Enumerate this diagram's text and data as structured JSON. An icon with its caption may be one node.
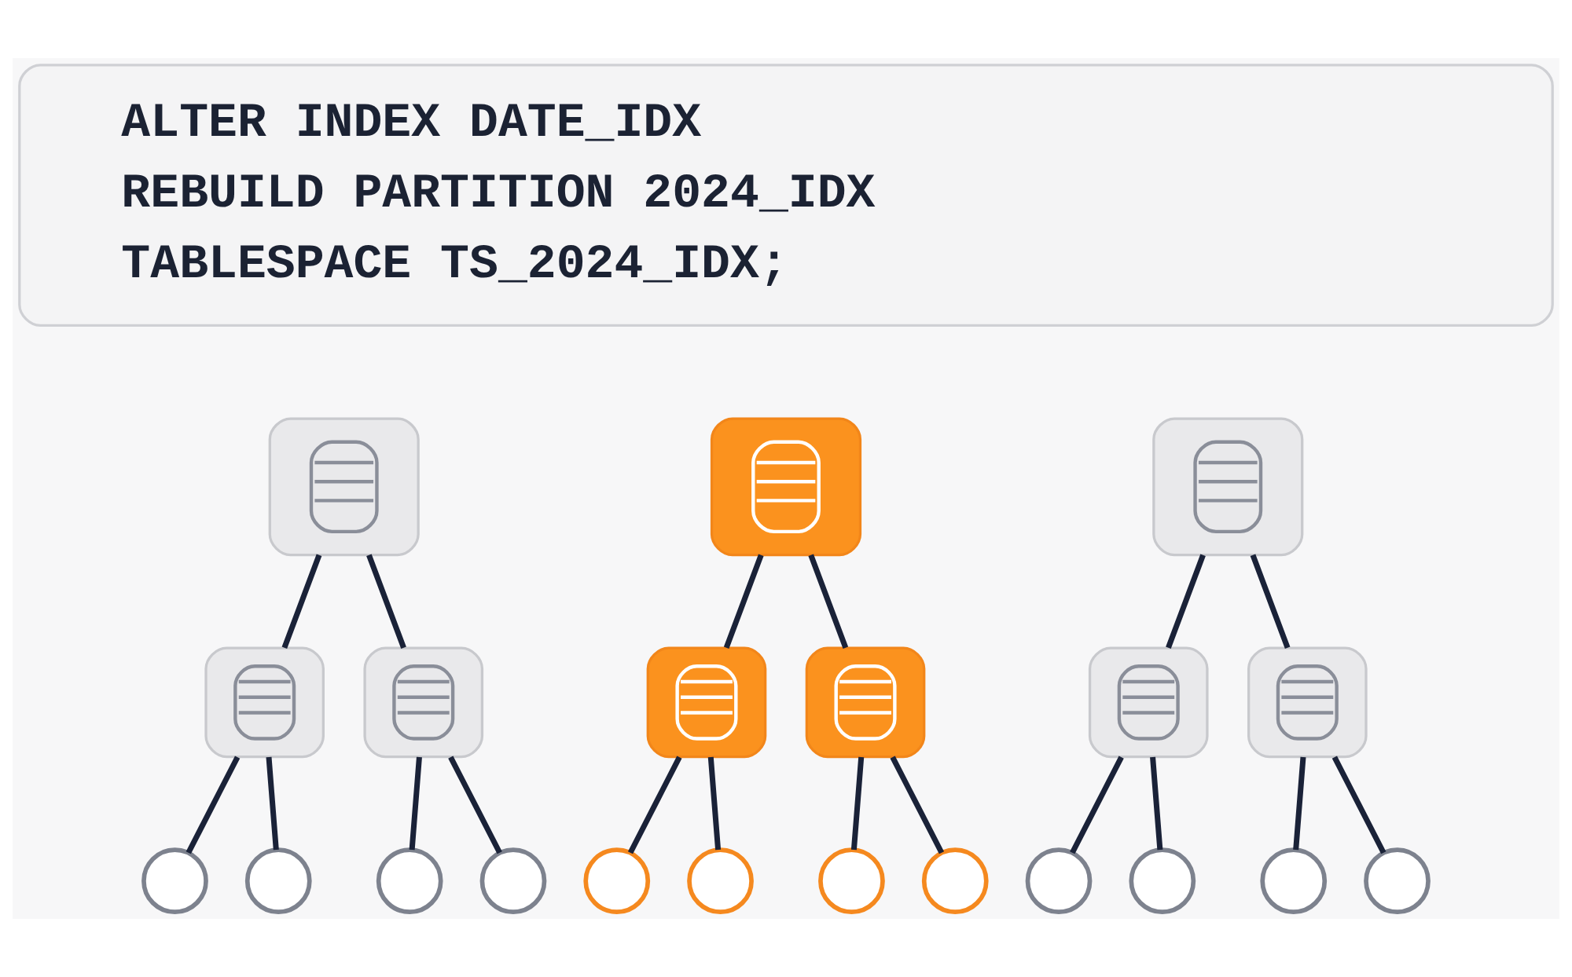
{
  "diagram": {
    "nodes": [
      {
        "text": [
          "ALTER INDEX DATE_IDX",
          "REBUILD PARTITION 2024_IDX",
          "TABLESPACE TS_2024_IDX;"
        ]
      },
      {
        "text": [],
        "shape": "box"
      },
      {
        "text": [],
        "shape": "box"
      },
      {
        "text": [],
        "shape": "box"
      },
      {
        "text": [],
        "shape": "box"
      },
      {
        "text": [],
        "shape": "box"
      },
      {
        "text": [],
        "shape": "box"
      },
      {
        "text": [],
        "shape": "box"
      },
      {
        "text": [],
        "shape": "box"
      },
      {
        "text": [],
        "shape": "box"
      },
      {
        "text": [],
        "shape": "circle"
      },
      {
        "text": [],
        "shape": "circle"
      },
      {
        "text": [],
        "shape": "circle"
      },
      {
        "text": [],
        "shape": "circle"
      },
      {
        "text": [],
        "shape": "circle"
      },
      {
        "text": [],
        "shape": "circle"
      },
      {
        "text": [],
        "shape": "circle"
      },
      {
        "text": [],
        "shape": "circle"
      },
      {
        "text": [],
        "shape": "circle"
      },
      {
        "text": [],
        "shape": "circle"
      },
      {
        "text": [],
        "shape": "circle"
      },
      {
        "text": [],
        "shape": "circle"
      }
    ],
    "edges": [
      {
        "from": 1,
        "to": 4,
        "arrow": "none"
      },
      {
        "from": 1,
        "to": 5,
        "arrow": "none"
      },
      {
        "from": 2,
        "to": 6,
        "arrow": "none"
      },
      {
        "from": 2,
        "to": 7,
        "arrow": "none"
      },
      {
        "from": 3,
        "to": 8,
        "arrow": "none"
      },
      {
        "from": 3,
        "to": 9,
        "arrow": "none"
      },
      {
        "from": 4,
        "to": 10,
        "arrow": "none"
      },
      {
        "from": 4,
        "to": 11,
        "arrow": "none"
      },
      {
        "from": 5,
        "to": 12,
        "arrow": "none"
      },
      {
        "from": 5,
        "to": 13,
        "arrow": "none"
      },
      {
        "from": 6,
        "to": 14,
        "arrow": "none"
      },
      {
        "from": 6,
        "to": 15,
        "arrow": "none"
      },
      {
        "from": 7,
        "to": 16,
        "arrow": "none"
      },
      {
        "from": 7,
        "to": 17,
        "arrow": "none"
      },
      {
        "from": 8,
        "to": 18,
        "arrow": "none"
      },
      {
        "from": 8,
        "to": 19,
        "arrow": "none"
      },
      {
        "from": 9,
        "to": 20,
        "arrow": "none"
      },
      {
        "from": 9,
        "to": 21,
        "arrow": "none"
      }
    ]
  }
}
